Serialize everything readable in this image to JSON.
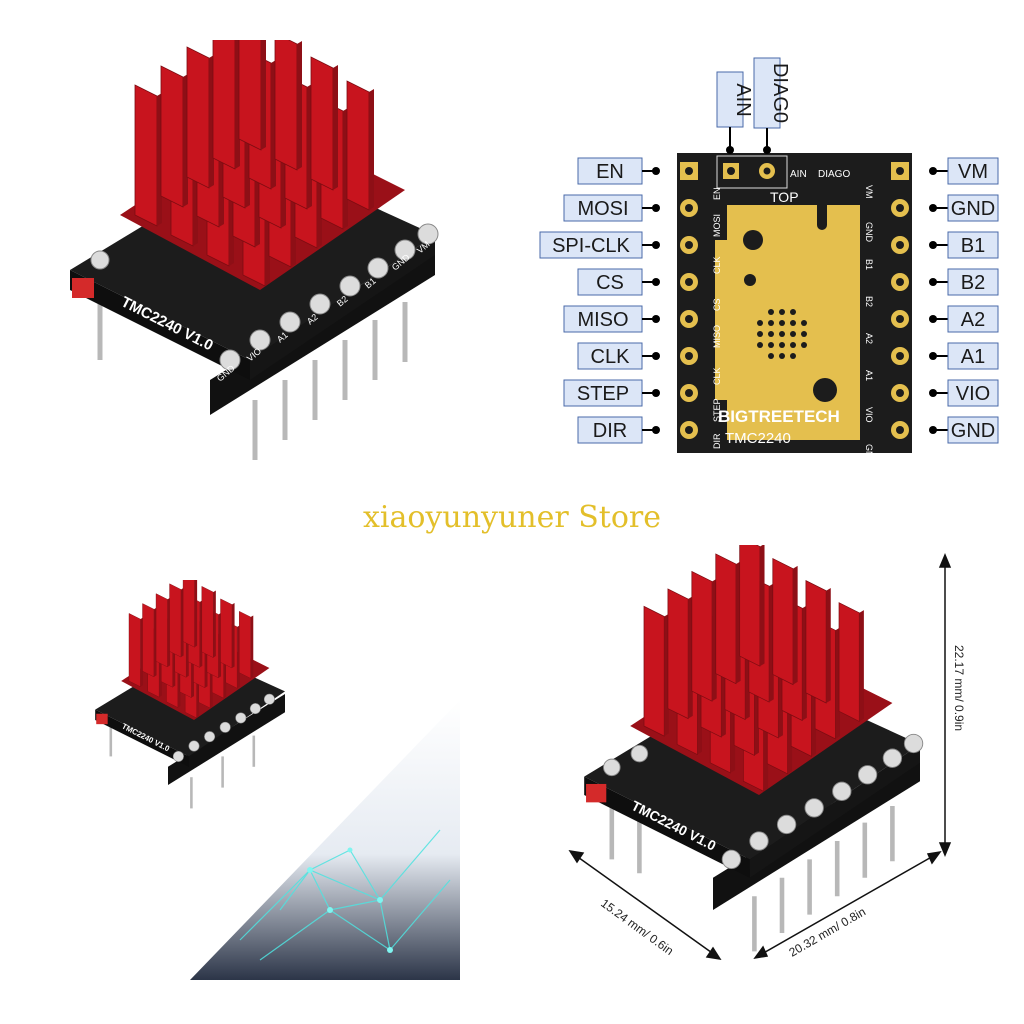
{
  "store_name": "xiaoyunyuner Store",
  "module_label": "TMC2240 V1.0",
  "pinout": {
    "board_brand": "BIGTREETECH",
    "board_model": "TMC2240",
    "board_top": "TOP",
    "header_pins": [
      "AIN",
      "DIAG0"
    ],
    "header_silk": [
      "AIN",
      "DIAGO"
    ],
    "left_pins": [
      "EN",
      "MOSI",
      "SPI-CLK",
      "CS",
      "MISO",
      "CLK",
      "STEP",
      "DIR"
    ],
    "left_silk": [
      "EN",
      "MOSI",
      "CLK",
      "CS",
      "MISO",
      "CLK",
      "STEP",
      "DIR"
    ],
    "right_pins": [
      "VM",
      "GND",
      "B1",
      "B2",
      "A2",
      "A1",
      "VIO",
      "GND"
    ],
    "right_silk": [
      "VM",
      "GND",
      "B1",
      "B2",
      "A2",
      "A1",
      "VIO",
      "GND"
    ]
  },
  "silk_3d": [
    "GND",
    "VIO",
    "A1",
    "A2",
    "B2",
    "B1",
    "GND",
    "VM"
  ],
  "dimensions": {
    "height": "22.17 mm/ 0.9in",
    "width": "15.24 mm/ 0.6in",
    "length": "20.32 mm/ 0.8in"
  },
  "colors": {
    "heatsink": "#c8141e",
    "pcb": "#1c1c1c",
    "label_box": "#dce6f7",
    "store_text": "#e3bf2a"
  }
}
